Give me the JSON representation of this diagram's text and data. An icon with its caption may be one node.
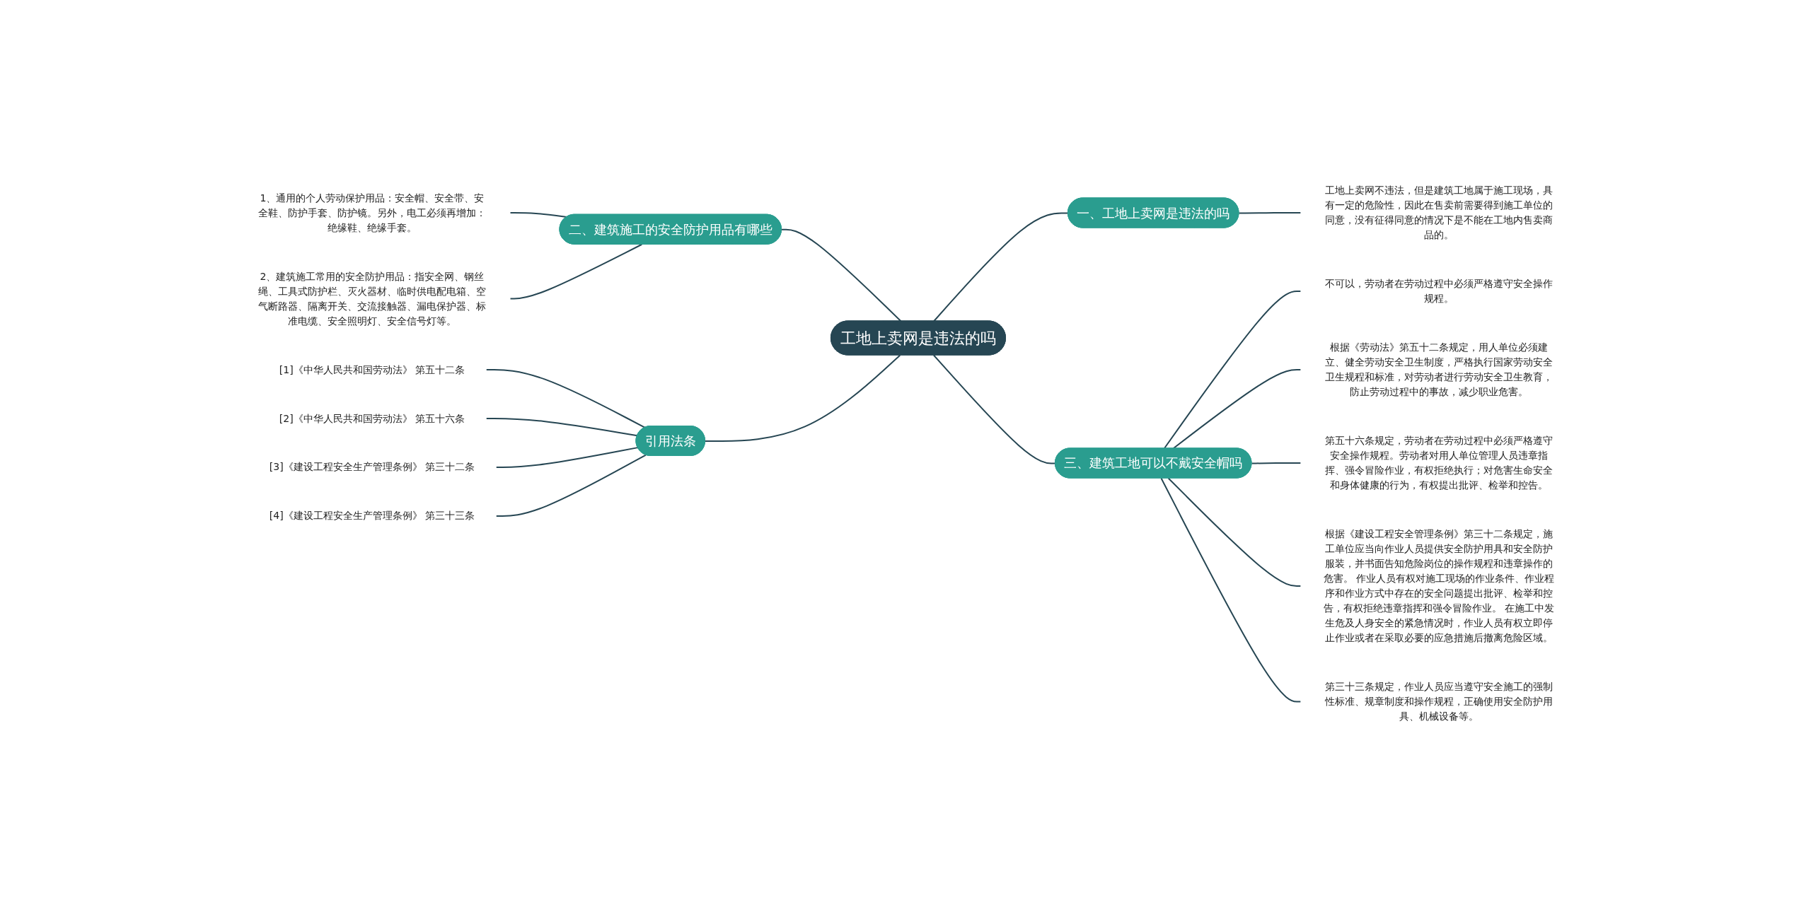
{
  "diagram": {
    "nodes": [
      {
        "text": [
          "工地上卖网是违法的吗"
        ]
      },
      {
        "text": [
          "一、工地上卖网是违法的吗"
        ]
      },
      {
        "text": [
          "工地上卖网不违法，但是建筑工地属于施工现场，具有一定的危险性，因此在售卖前需要得到施工单位的同意，没有征得同意的情况下是不能在工地内售卖商品的。"
        ]
      },
      {
        "text": [
          "二、建筑施工的安全防护用品有哪些"
        ]
      },
      {
        "text": [
          "1、通用的个人劳动保护用品：安全帽、安全带、安全鞋、防护手套、防护镜。另外，电工必须再增加：绝缘鞋、绝缘手套。"
        ]
      },
      {
        "text": [
          "2、建筑施工常用的安全防护用品：指安全网、钢丝绳、工具式防护栏、灭火器材、临时供电配电箱、空气断路器、隔离开关、交流接触器、漏电保护器、标准电缆、安全照明灯、安全信号灯等。"
        ]
      },
      {
        "text": [
          "引用法条"
        ]
      },
      {
        "text": [
          "[1]《中华人民共和国劳动法》 第五十二条"
        ]
      },
      {
        "text": [
          "[2]《中华人民共和国劳动法》 第五十六条"
        ]
      },
      {
        "text": [
          "[3]《建设工程安全生产管理条例》 第三十二条"
        ]
      },
      {
        "text": [
          "[4]《建设工程安全生产管理条例》 第三十三条"
        ]
      },
      {
        "text": [
          "三、建筑工地可以不戴安全帽吗"
        ]
      },
      {
        "text": [
          "不可以，劳动者在劳动过程中必须严格遵守安全操作规程。"
        ]
      },
      {
        "text": [
          "根据《劳动法》第五十二条规定，用人单位必须建立、健全劳动安全卫生制度，严格执行国家劳动安全卫生规程和标准，对劳动者进行劳动安全卫生教育，防止劳动过程中的事故，减少职业危害。"
        ]
      },
      {
        "text": [
          "第五十六条规定，劳动者在劳动过程中必须严格遵守安全操作规程。劳动者对用人单位管理人员违章指挥、强令冒险作业，有权拒绝执行；对危害生命安全和身体健康的行为，有权提出批评、检举和控告。"
        ]
      },
      {
        "text": [
          "根据《建设工程安全管理条例》第三十二条规定，施工单位应当向作业人员提供安全防护用具和安全防护服装，并书面告知危险岗位的操作规程和违章操作的危害。 作业人员有权对施工现场的作业条件、作业程序和作业方式中存在的安全问题提出批评、检举和控告，有权拒绝违章指挥和强令冒险作业。 在施工中发生危及人身安全的紧急情况时，作业人员有权立即停止作业或者在采取必要的应急措施后撤离危险区域。"
        ]
      },
      {
        "text": [
          "第三十三条规定，作业人员应当遵守安全施工的强制性标准、规章制度和操作规程，正确使用安全防护用具、机械设备等。"
        ]
      }
    ],
    "edges": [
      {
        "from": 0,
        "to": 1,
        "arrow": "none"
      },
      {
        "from": 1,
        "to": 2,
        "arrow": "none"
      },
      {
        "from": 0,
        "to": 3,
        "arrow": "none"
      },
      {
        "from": 3,
        "to": 4,
        "arrow": "none"
      },
      {
        "from": 3,
        "to": 5,
        "arrow": "none"
      },
      {
        "from": 0,
        "to": 6,
        "arrow": "none"
      },
      {
        "from": 6,
        "to": 7,
        "arrow": "none"
      },
      {
        "from": 6,
        "to": 8,
        "arrow": "none"
      },
      {
        "from": 6,
        "to": 9,
        "arrow": "none"
      },
      {
        "from": 6,
        "to": 10,
        "arrow": "none"
      },
      {
        "from": 0,
        "to": 11,
        "arrow": "none"
      },
      {
        "from": 11,
        "to": 12,
        "arrow": "none"
      },
      {
        "from": 11,
        "to": 13,
        "arrow": "none"
      },
      {
        "from": 11,
        "to": 14,
        "arrow": "none"
      },
      {
        "from": 11,
        "to": 15,
        "arrow": "none"
      },
      {
        "from": 11,
        "to": 16,
        "arrow": "none"
      }
    ]
  }
}
